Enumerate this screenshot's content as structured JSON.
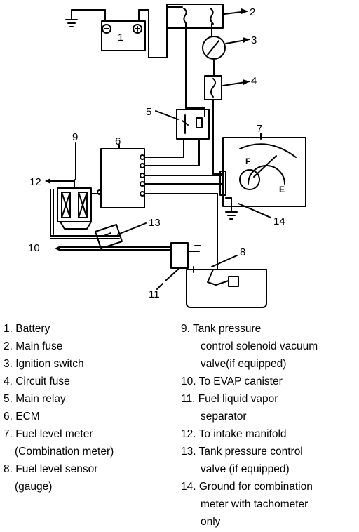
{
  "callouts": [
    "1",
    "2",
    "3",
    "4",
    "5",
    "6",
    "7",
    "8",
    "9",
    "10",
    "11",
    "12",
    "13",
    "14"
  ],
  "meter_marks": {
    "full": "F",
    "empty": "E"
  },
  "legend_left": [
    [
      "1. Battery"
    ],
    [
      "2. Main fuse"
    ],
    [
      "3. Ignition switch"
    ],
    [
      "4. Circuit fuse"
    ],
    [
      "5. Main relay"
    ],
    [
      "6. ECM"
    ],
    [
      "7. Fuel level meter",
      "(Combination meter)"
    ],
    [
      "8. Fuel level sensor",
      "(gauge)"
    ]
  ],
  "legend_right": [
    [
      "9. Tank pressure",
      "control solenoid vacuum",
      "valve(if equipped)"
    ],
    [
      "10. To EVAP canister"
    ],
    [
      "11. Fuel liquid vapor",
      "separator"
    ],
    [
      "12. To intake manifold"
    ],
    [
      "13. Tank pressure control",
      "valve (if equipped)"
    ],
    [
      "14. Ground for combination",
      "meter with tachometer",
      "only"
    ]
  ]
}
